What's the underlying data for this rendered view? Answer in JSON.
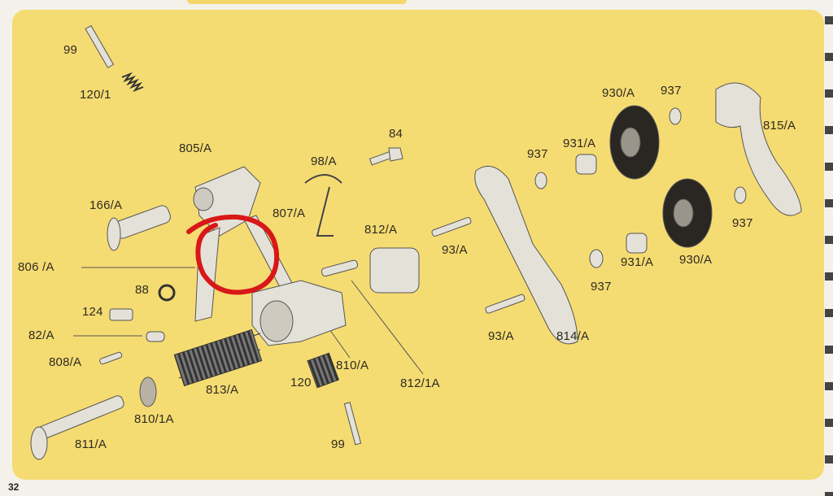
{
  "page_number": "32",
  "annotation_color": "#d81818",
  "labels": {
    "p99_top": "99",
    "p120_1": "120/1",
    "p805a": "805/A",
    "p84": "84",
    "p98a": "98/A",
    "p166a": "166/A",
    "p807a": "807/A",
    "p812a": "812/A",
    "p93a_top": "93/A",
    "p806a": "806 /A",
    "p88": "88",
    "p124": "124",
    "p82a": "82/A",
    "p808a": "808/A",
    "p813a": "813/A",
    "p120": "120",
    "p810a": "810/A",
    "p812_1a": "812/1A",
    "p810_1a": "810/1A",
    "p811a": "811/A",
    "p99_bottom": "99",
    "p93a_bottom": "93/A",
    "p814a": "814/A",
    "p930a_top": "930/A",
    "p937_a": "937",
    "p931a_top": "931/A",
    "p937_b": "937",
    "p815a": "815/A",
    "p937_c": "937",
    "p931a_bottom": "931/A",
    "p930a_bottom": "930/A",
    "p937_d": "937"
  }
}
